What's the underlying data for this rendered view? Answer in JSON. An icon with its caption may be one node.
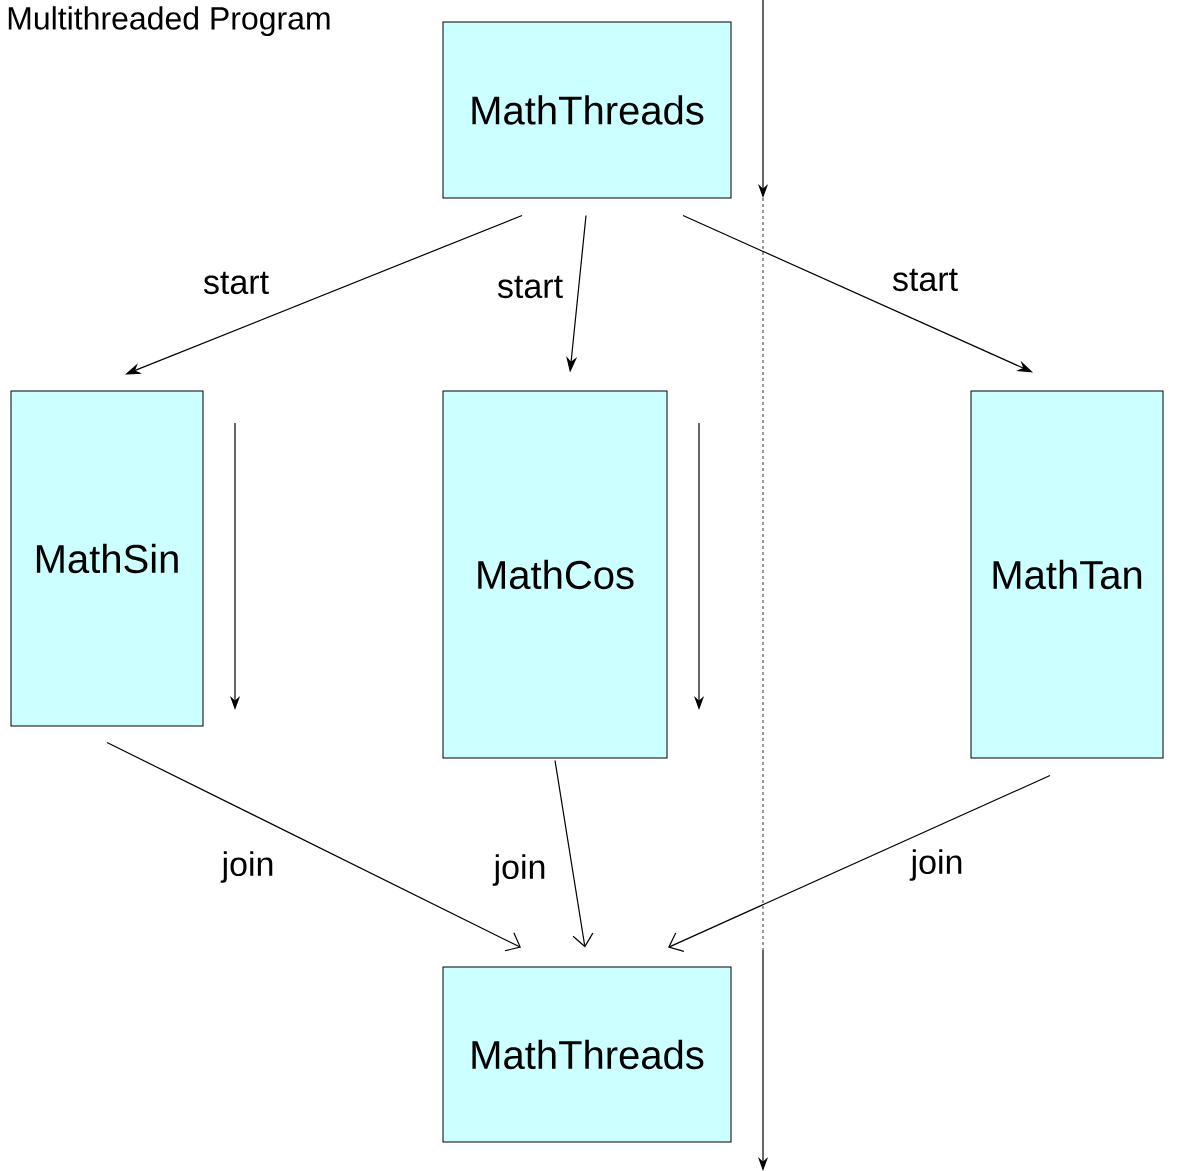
{
  "diagram": {
    "title": "Multithreaded Program",
    "nodes": [
      {
        "text": [
          "MathThreads"
        ]
      },
      {
        "text": [
          "MathSin"
        ]
      },
      {
        "text": [
          "MathCos"
        ]
      },
      {
        "text": [
          "MathTan"
        ]
      },
      {
        "text": [
          "MathThreads"
        ]
      }
    ],
    "edges": [
      {
        "from": 0,
        "to": 1,
        "arrow": "to",
        "label": "start"
      },
      {
        "from": 0,
        "to": 2,
        "arrow": "to",
        "label": "start"
      },
      {
        "from": 0,
        "to": 3,
        "arrow": "to",
        "label": "start"
      },
      {
        "from": 1,
        "to": 4,
        "arrow": "to",
        "label": "join"
      },
      {
        "from": 2,
        "to": 4,
        "arrow": "to",
        "label": "join"
      },
      {
        "from": 3,
        "to": 4,
        "arrow": "to",
        "label": "join"
      }
    ]
  }
}
